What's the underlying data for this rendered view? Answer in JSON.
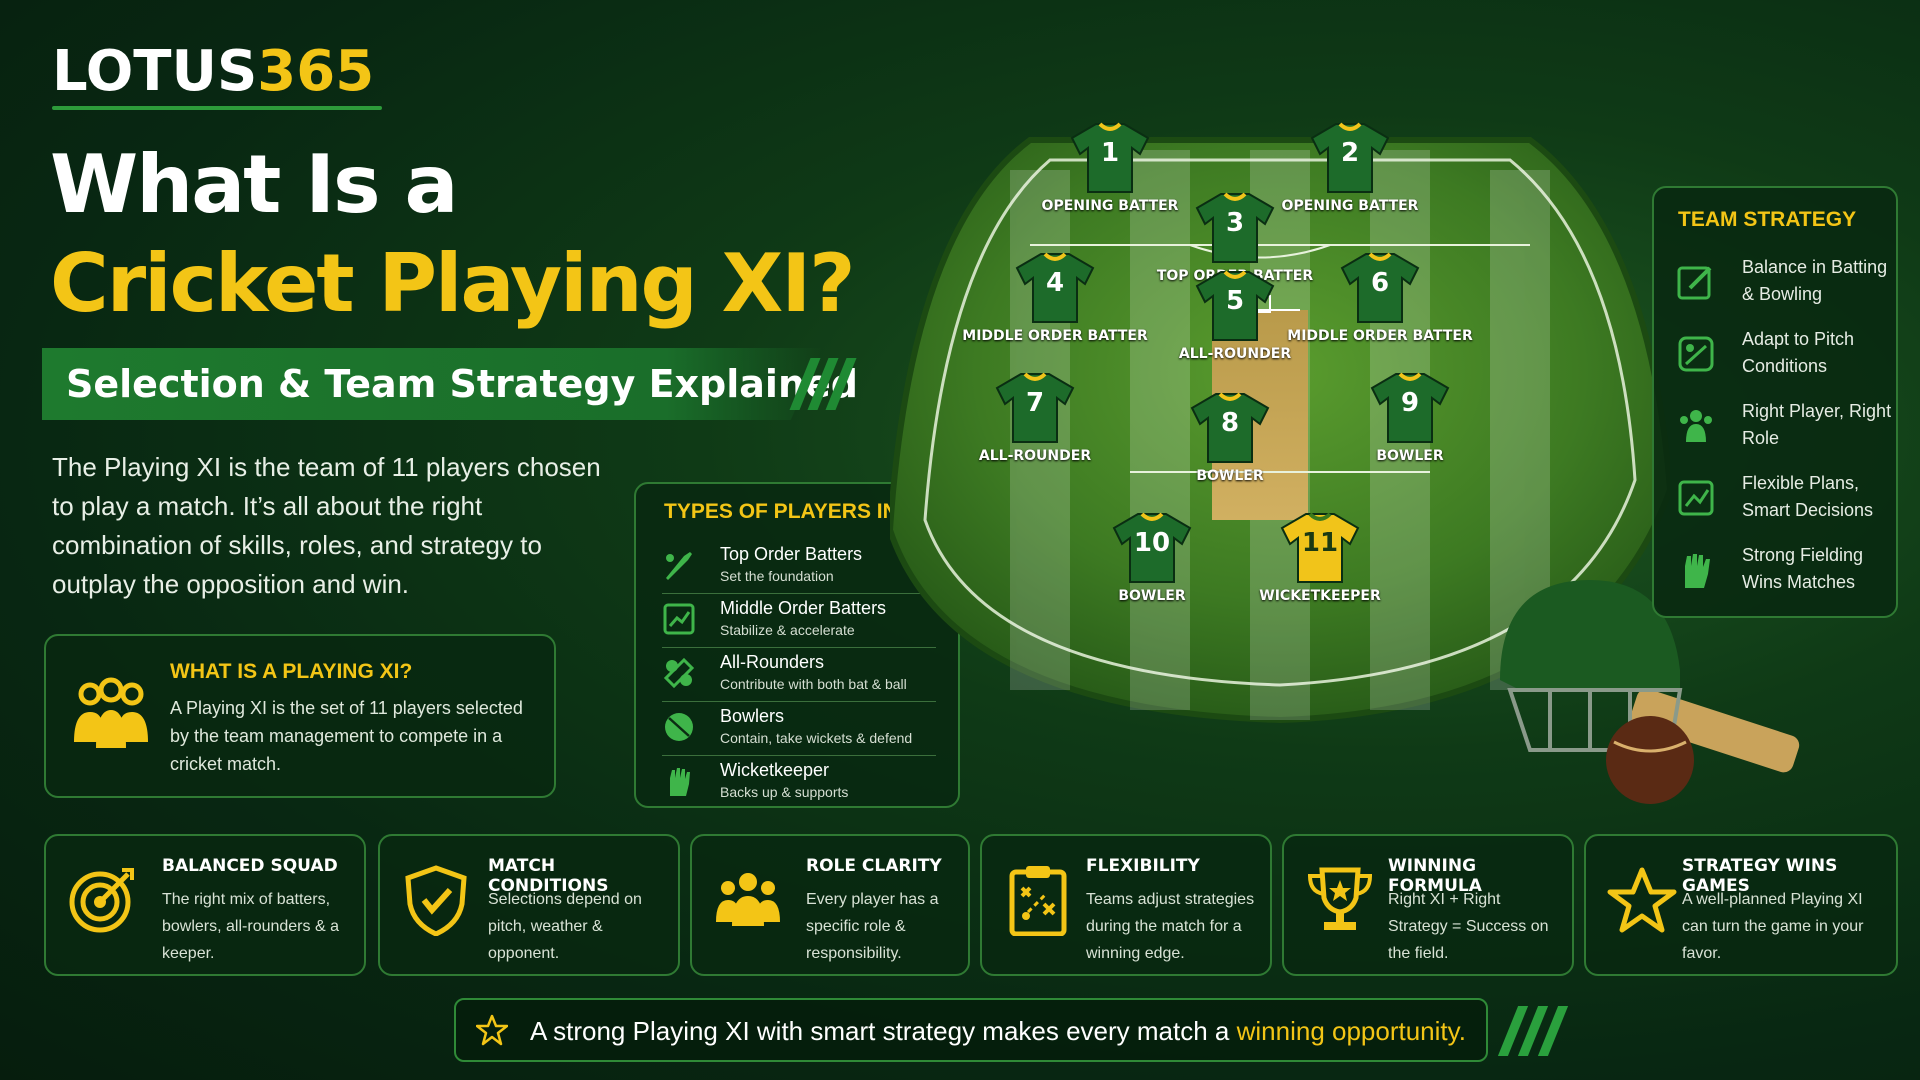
{
  "brand": {
    "logo_part1": "LOTUS",
    "logo_part2": "365"
  },
  "title": {
    "line1": "What Is a",
    "line2": "Cricket Playing XI?",
    "subtitle": "Selection & Team Strategy Explained"
  },
  "intro": "The Playing XI is the team of 11 players chosen to play a match. It’s all about the right combination of skills, roles, and strategy to outplay the opposition and win.",
  "what_is": {
    "heading": "WHAT IS A PLAYING XI?",
    "text": "A Playing XI is the set of 11 players selected by the team management to compete in a cricket match.",
    "icon": "team-icon"
  },
  "types": {
    "heading": "TYPES OF PLAYERS IN XI",
    "items": [
      {
        "title": "Top Order Batters",
        "desc": "Set the foundation",
        "icon": "bat-icon"
      },
      {
        "title": "Middle Order Batters",
        "desc": "Stabilize & accelerate",
        "icon": "chart-icon"
      },
      {
        "title": "All-Rounders",
        "desc": "Contribute with both bat & ball",
        "icon": "bat-ball-icon"
      },
      {
        "title": "Bowlers",
        "desc": "Contain, take wickets & defend",
        "icon": "ball-icon"
      },
      {
        "title": "Wicketkeeper",
        "desc": "Backs up & supports",
        "icon": "glove-icon"
      }
    ]
  },
  "field": {
    "players": [
      {
        "number": "1",
        "role": "OPENING BATTER"
      },
      {
        "number": "2",
        "role": "OPENING BATTER"
      },
      {
        "number": "3",
        "role": "TOP ORDER BATTER"
      },
      {
        "number": "4",
        "role": "MIDDLE ORDER BATTER"
      },
      {
        "number": "5",
        "role": "ALL-ROUNDER"
      },
      {
        "number": "6",
        "role": "MIDDLE ORDER BATTER"
      },
      {
        "number": "7",
        "role": "ALL-ROUNDER"
      },
      {
        "number": "8",
        "role": "BOWLER"
      },
      {
        "number": "9",
        "role": "BOWLER"
      },
      {
        "number": "10",
        "role": "BOWLER"
      },
      {
        "number": "11",
        "role": "WICKETKEEPER"
      }
    ]
  },
  "strategy": {
    "heading": "TEAM STRATEGY",
    "items": [
      {
        "text": "Balance in Batting & Bowling",
        "icon": "pencil-board-icon"
      },
      {
        "text": "Adapt to Pitch Conditions",
        "icon": "pitch-icon"
      },
      {
        "text": "Right Player, Right Role",
        "icon": "players-icon"
      },
      {
        "text": "Flexible Plans, Smart Decisions",
        "icon": "plan-icon"
      },
      {
        "text": "Strong Fielding Wins Matches",
        "icon": "glove-icon"
      }
    ]
  },
  "features": [
    {
      "heading": "BALANCED SQUAD",
      "text": "The right mix of batters, bowlers, all-rounders & a keeper.",
      "icon": "target-icon"
    },
    {
      "heading": "MATCH CONDITIONS",
      "text": "Selections depend on pitch, weather & opponent.",
      "icon": "shield-icon"
    },
    {
      "heading": "ROLE CLARITY",
      "text": "Every player has a specific role & responsibility.",
      "icon": "team-icon"
    },
    {
      "heading": "FLEXIBILITY",
      "text": "Teams adjust strategies during the match for a winning edge.",
      "icon": "clipboard-icon"
    },
    {
      "heading": "WINNING FORMULA",
      "text": "Right XI + Right Strategy = Success on the field.",
      "icon": "trophy-icon"
    },
    {
      "heading": "STRATEGY WINS GAMES",
      "text": "A well-planned Playing XI can turn the game in your favor.",
      "icon": "star-icon"
    }
  ],
  "footer": {
    "text_before": "A strong Playing XI with smart strategy makes every match a ",
    "text_highlight": "winning opportunity."
  },
  "colors": {
    "accent": "#f3c516",
    "green": "#2d9b3a",
    "background": "#0a2e14"
  }
}
